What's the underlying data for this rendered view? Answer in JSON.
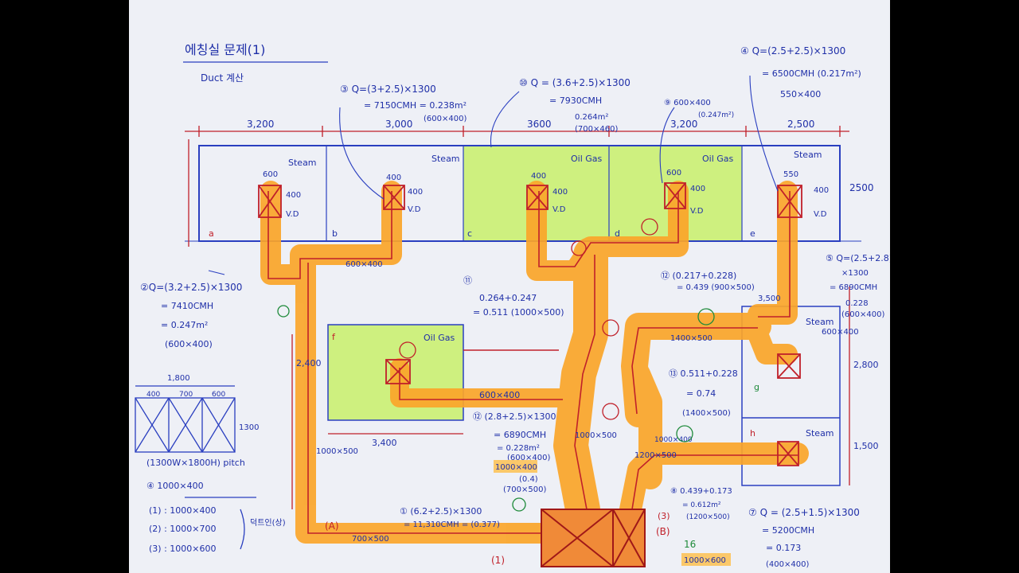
{
  "title": "에칭실 문제(1)",
  "subtitle": "Duct 계산",
  "top_dims": [
    "3,200",
    "3,000",
    "3600",
    "3,200",
    "2,500"
  ],
  "right_dim": "2500",
  "rooms": {
    "steam_a": "Steam",
    "steam_b": "Steam",
    "oil_gas_c": "Oil Gas",
    "oil_gas_d": "Oil Gas",
    "steam_e": "Steam",
    "oil_gas_f": "Oil Gas",
    "steam_g": "Steam",
    "steam_h": "Steam"
  },
  "column_marks": [
    "a",
    "b",
    "c",
    "d",
    "e",
    "f",
    "g",
    "h"
  ],
  "hood_labels": {
    "h1_w": "600",
    "h1_h": "400",
    "h2_w": "400",
    "h2_h": "400",
    "h3_w": "400",
    "h3_h": "400",
    "h4_w": "600",
    "h4_h": "400",
    "h5_w": "550",
    "h5_h": "400",
    "vd": "V.D"
  },
  "notes": {
    "n3": "③ Q=(3+2.5)×1300 = 7150CMH = 0.238m² (600×400)",
    "n3_l1": "③ Q=(3+2.5)×1300",
    "n3_l2": "= 7150CMH = 0.238m²",
    "n3_l3": "(600×400)",
    "n10_l1": "⑩ Q = (3.6+2.5)×1300",
    "n10_l2": "= 7930CMH",
    "n10_l3": "0.264m²",
    "n10_l4": "(700×460)",
    "n9_l1": "⑨ 600×400",
    "n9_l2": "(0.247m²)",
    "n4_l1": "④ Q=(2.5+2.5)×1300",
    "n4_l2": "= 6500CMH (0.217m²)",
    "n4_l3": "550×400",
    "n2_l1": "②Q=(3.2+2.5)×1300",
    "n2_l2": "= 7410CMH",
    "n2_l3": "= 0.247m²",
    "n2_l4": "(600×400)",
    "n11_l1": "⑪",
    "n11_l2": "0.264+0.247",
    "n11_l3": "= 0.511 (1000×500)",
    "n12a_l1": "⑫ (0.217+0.228)",
    "n12a_l2": "= 0.439 (900×500)",
    "n5_l1": "⑤ Q=(2.5+2.8)",
    "n5_l2": "×1300",
    "n5_l3": "= 6890CMH",
    "n5_l4": "0.228",
    "n5_l5": "(600×400)",
    "n13_l1": "⑬ 0.511+0.228",
    "n13_l2": "= 0.74",
    "n13_l3": "(1400×500)",
    "n12b_l1": "⑫ (2.8+2.5)×1300",
    "n12b_l2": "= 6890CMH",
    "n12b_l3": "= 0.228m²",
    "n12b_l4": "(600×400)",
    "n8_l1": "⑧ 0.439+0.173",
    "n8_l2": "= 0.612m²",
    "n8_l3": "(1200×500)",
    "n7_l1": "⑦ Q = (2.5+1.5)×1300",
    "n7_l2": "= 5200CMH",
    "n7_l3": "= 0.173",
    "n7_l4": "(400×400)",
    "n1_l1": "① (6.2+2.5)×1300",
    "n1_l2": "= 11,310CMH = (0.377)",
    "hl1": "1000×400",
    "hl1b": "(0.4)",
    "hl2": "1000×600",
    "n700": "(700×500)"
  },
  "duct_labels": {
    "d1": "600×400",
    "d2": "600×400",
    "d3": "1400×500",
    "d4": "600×400",
    "d5": "700×500",
    "d6": "1000×500",
    "d7": "1000×500",
    "d8": "1200×500",
    "d9": "1000×400"
  },
  "right_dims": [
    "3,500",
    "2,800",
    "1,500"
  ],
  "left_dim": "2,400",
  "mid_dim": "3,400",
  "ahu_labels": {
    "a": "(A)",
    "b": "(B)",
    "a_num": "(1)",
    "b_num": "16",
    "b_num2": "(3)"
  },
  "filter_sketch": {
    "top": "1,800",
    "cells": [
      "400",
      "700",
      "600"
    ],
    "height": "1300",
    "caption": "(1300W×1800H) pitch",
    "title": "④ 1000×400",
    "lines": [
      "(1) : 1000×400",
      "(2) : 1000×700",
      "(3) : 1000×600"
    ],
    "bracket": "덕트인(상)"
  },
  "colors": {
    "paper": "#eef0f6",
    "ink_blue": "#1f2fa8",
    "ink_red": "#c0202a",
    "duct_fill": "#fba62a",
    "room_green": "#c8f06a"
  }
}
